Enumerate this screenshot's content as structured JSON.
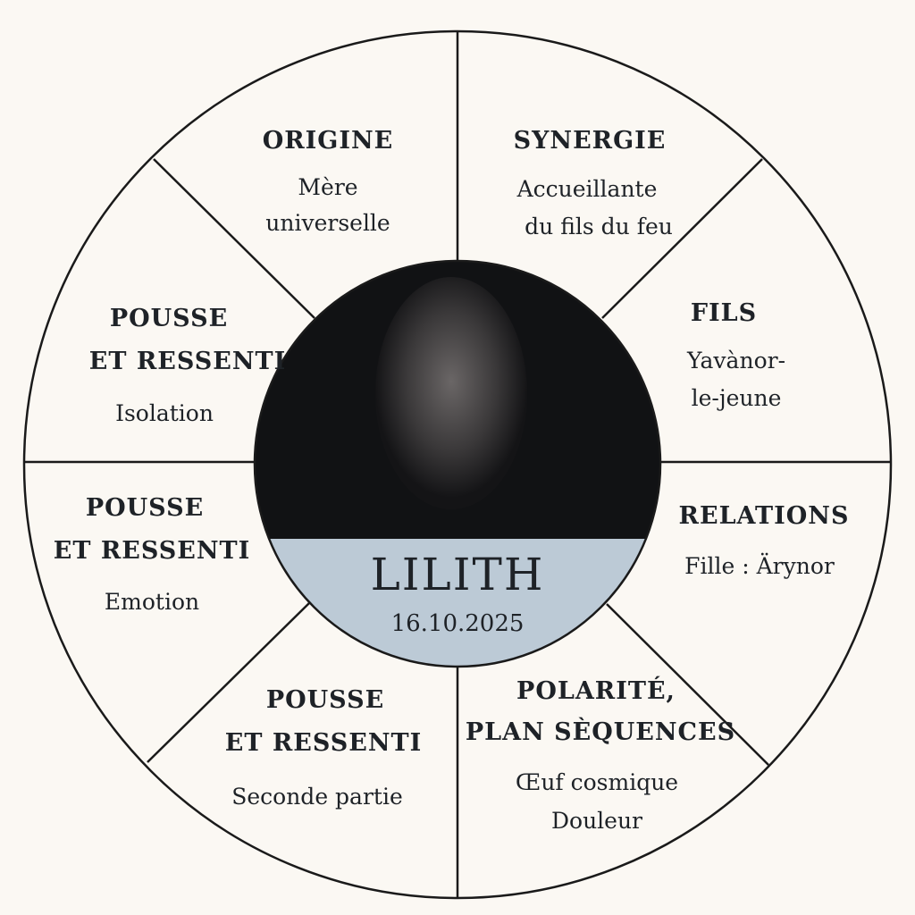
{
  "center": {
    "name": "LILITH",
    "date": "16.10.2025"
  },
  "segments": [
    {
      "title": [
        "ORIGINE"
      ],
      "text": [
        "Mère",
        "universelle"
      ]
    },
    {
      "title": [
        "SYNERGIE"
      ],
      "text": [
        "Accueillante",
        "du fils du feu"
      ]
    },
    {
      "title": [
        "FILS"
      ],
      "text": [
        "Yavànor-",
        "le-jeune"
      ]
    },
    {
      "title": [
        "RELATIONS"
      ],
      "text": [
        "Fille : Ärynor"
      ]
    },
    {
      "title": [
        "POLARITÉ,",
        "PLAN SÈQUENCES"
      ],
      "text": [
        "Œuf cosmique",
        "Douleur"
      ]
    },
    {
      "title": [
        "POUSSE",
        "ET RESSENTI"
      ],
      "text": [
        "Seconde partie"
      ]
    },
    {
      "title": [
        "POUSSE",
        "ET RESSENTI"
      ],
      "text": [
        "Emotion"
      ]
    },
    {
      "title": [
        "POUSSE",
        "ET RESSENTI"
      ],
      "text": [
        "Isolation"
      ]
    }
  ],
  "colors": {
    "background": "#fbf8f3",
    "band": "#bccad6",
    "portrait": "#111214"
  }
}
